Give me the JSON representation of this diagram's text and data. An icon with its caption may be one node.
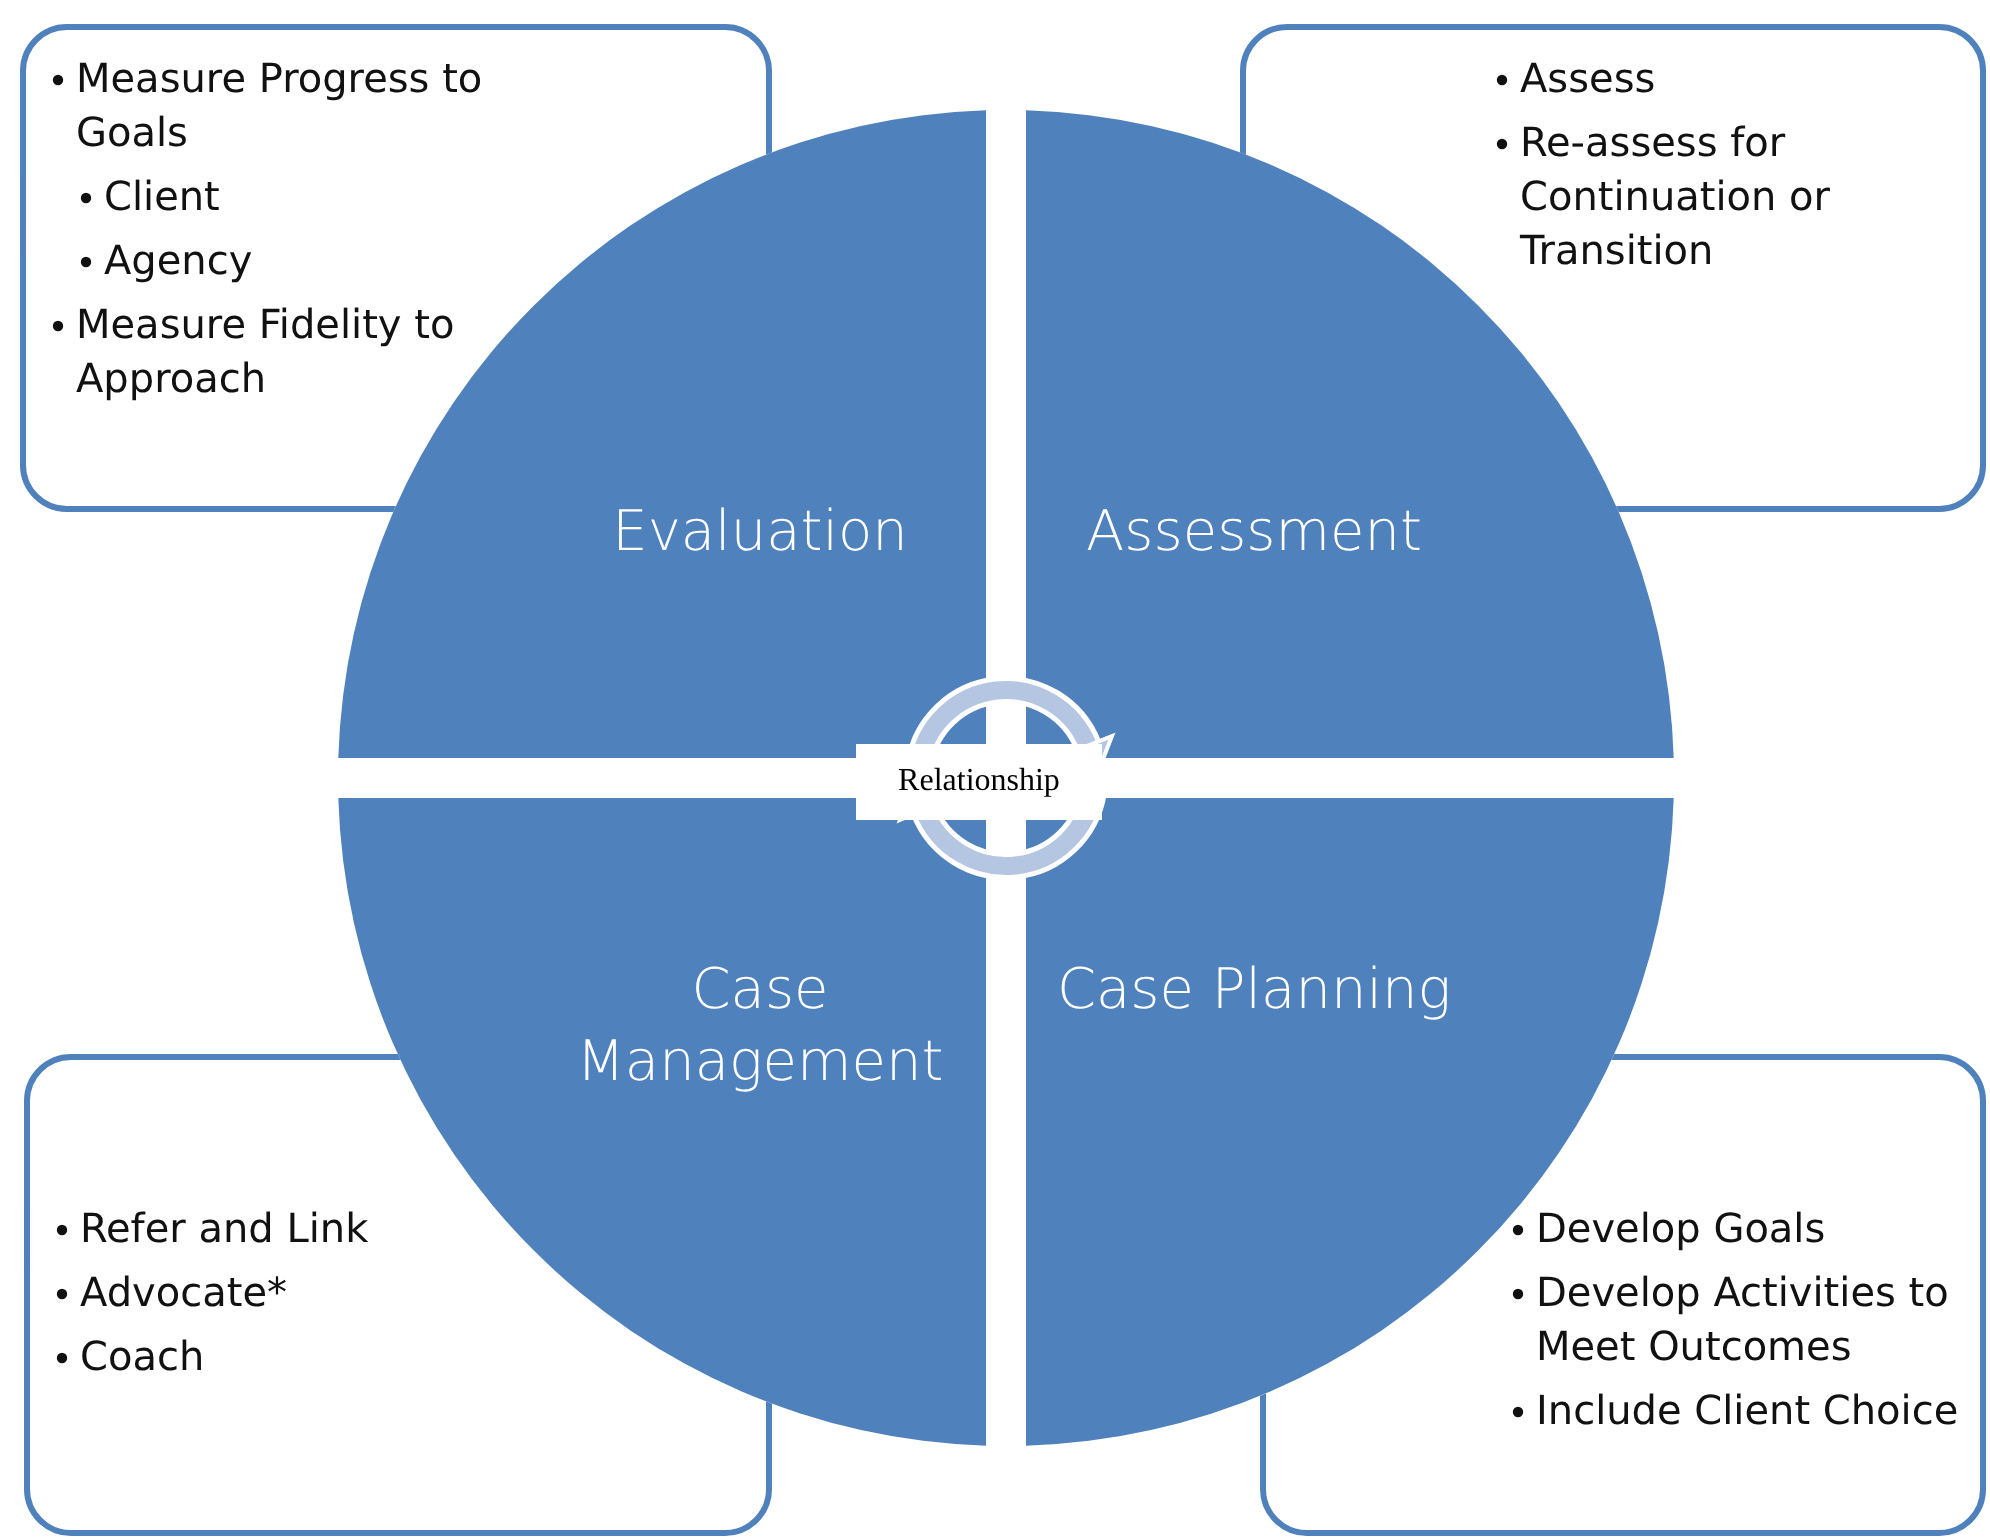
{
  "diagram": {
    "nodes": [
      {
        "text": [
          "Measure Progress to Goals",
          "Client",
          "Agency",
          "Measure Fidelity to Approach"
        ]
      },
      {
        "text": [
          "Assess",
          "Re-assess for Continuation or Transition"
        ]
      },
      {
        "text": [
          "Evaluation"
        ]
      },
      {
        "text": [
          "Assessment"
        ]
      },
      {
        "text": [
          "Relationship"
        ]
      },
      {
        "text": [
          "Case Management"
        ]
      },
      {
        "text": [
          "Case Planning"
        ]
      },
      {
        "text": [
          "Refer and Link",
          "Advocate*",
          "Coach"
        ]
      },
      {
        "text": [
          "Develop Goals",
          "Develop Activities to Meet Outcomes",
          "Include Client Choice"
        ]
      }
    ]
  }
}
